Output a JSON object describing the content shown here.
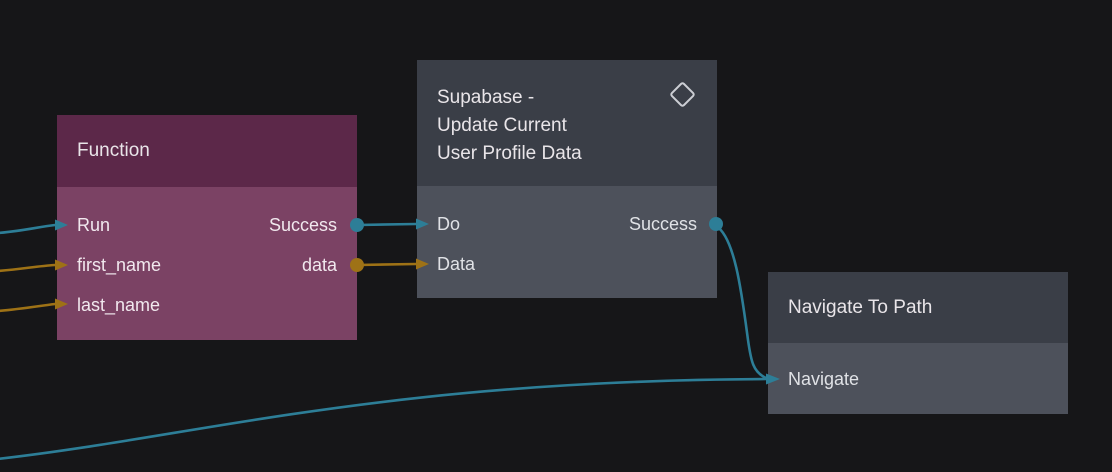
{
  "app": {
    "view": "node-graph-canvas",
    "background_color": "#161618"
  },
  "colors": {
    "signal": "#2d7e97",
    "data": "#9e7216",
    "plum_header": "#5c2849",
    "plum_body": "#7b4264",
    "slate_header": "#3a3e47",
    "slate_body": "#4d515b",
    "text": "#e9e5e9"
  },
  "nodes": [
    {
      "title": "Function",
      "header_color": "#5c2849",
      "body_color": "#7b4264",
      "inputs": [
        "Run",
        "first_name",
        "last_name"
      ],
      "outputs": [
        "Success",
        "data"
      ]
    },
    {
      "title": "Supabase -\nUpdate Current\nUser Profile Data",
      "icon": "diamond-icon",
      "header_color": "#3a3e47",
      "body_color": "#4d515b",
      "inputs": [
        "Do",
        "Data"
      ],
      "outputs": [
        "Success"
      ]
    },
    {
      "title": "Navigate To Path",
      "header_color": "#3a3e47",
      "body_color": "#4d515b",
      "inputs": [
        "Navigate"
      ],
      "outputs": []
    }
  ],
  "connections": [
    {
      "from": "offscreen-left",
      "to": "Function.Run",
      "type": "signal"
    },
    {
      "from": "offscreen-left",
      "to": "Function.first_name",
      "type": "data"
    },
    {
      "from": "offscreen-left",
      "to": "Function.last_name",
      "type": "data"
    },
    {
      "from": "Function.Success",
      "to": "Supabase - Update Current User Profile Data.Do",
      "type": "signal"
    },
    {
      "from": "Function.data",
      "to": "Supabase - Update Current User Profile Data.Data",
      "type": "data"
    },
    {
      "from": "Supabase - Update Current User Profile Data.Success",
      "to": "Navigate To Path.Navigate",
      "type": "signal"
    },
    {
      "from": "offscreen-bottom-left",
      "to": "Navigate To Path.Navigate",
      "type": "signal"
    }
  ]
}
